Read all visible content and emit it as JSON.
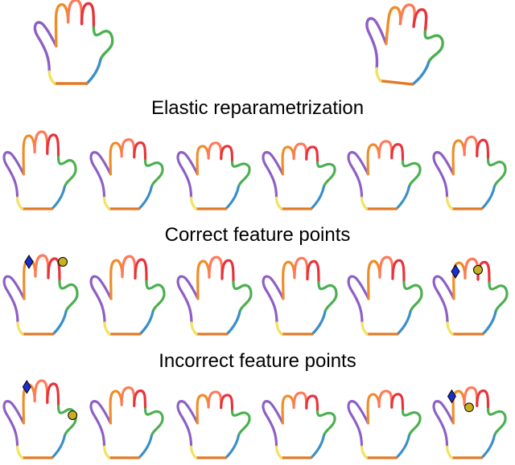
{
  "titles": {
    "elastic": "Elastic reparametrization",
    "correct": "Correct feature points",
    "incorrect": "Incorrect feature points"
  },
  "colors": {
    "thumb": "#8e5fc4",
    "thumb_base": "#d0a0e0",
    "index": "#f08c28",
    "middle": "#ff7a5a",
    "ring": "#e8323c",
    "pinky_tip": "#f59a78",
    "pinky": "#4caf50",
    "edge": "#3a8fc8",
    "wrist": "#e07a28",
    "heel": "#f2e260",
    "diamond_marker": "#1a2fd0",
    "circle_marker": "#c8b020"
  },
  "markers": {
    "diamond": "diamond",
    "circle": "circle"
  }
}
